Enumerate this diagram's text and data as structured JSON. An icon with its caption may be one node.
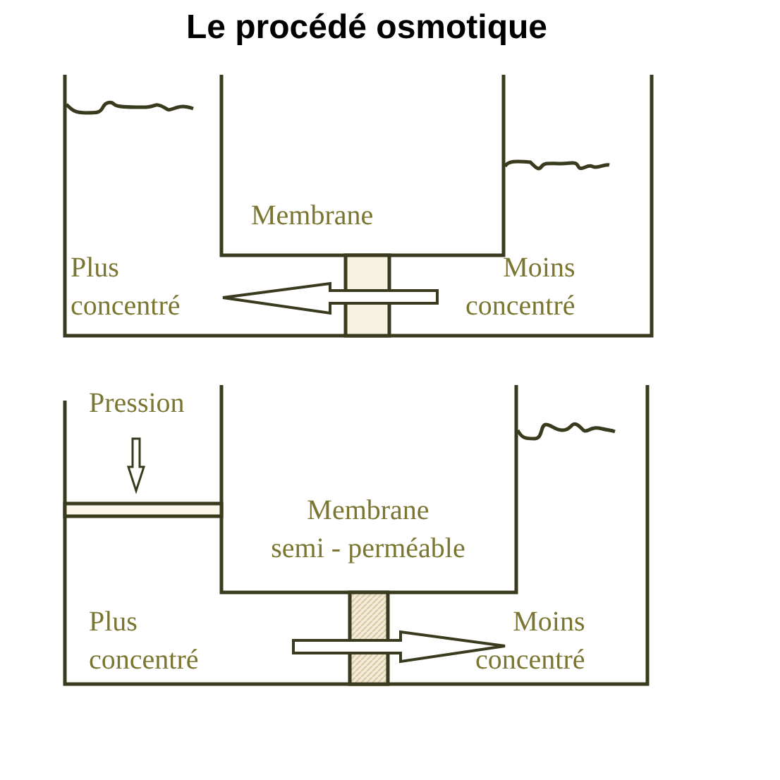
{
  "diagram": {
    "title": "Le procédé osmotique",
    "labels": [
      "Membrane",
      "Plus concentré",
      "Moins concentré",
      "Pression",
      "Membrane semi - perméable",
      "Plus concentré",
      "Moins concentré"
    ]
  }
}
